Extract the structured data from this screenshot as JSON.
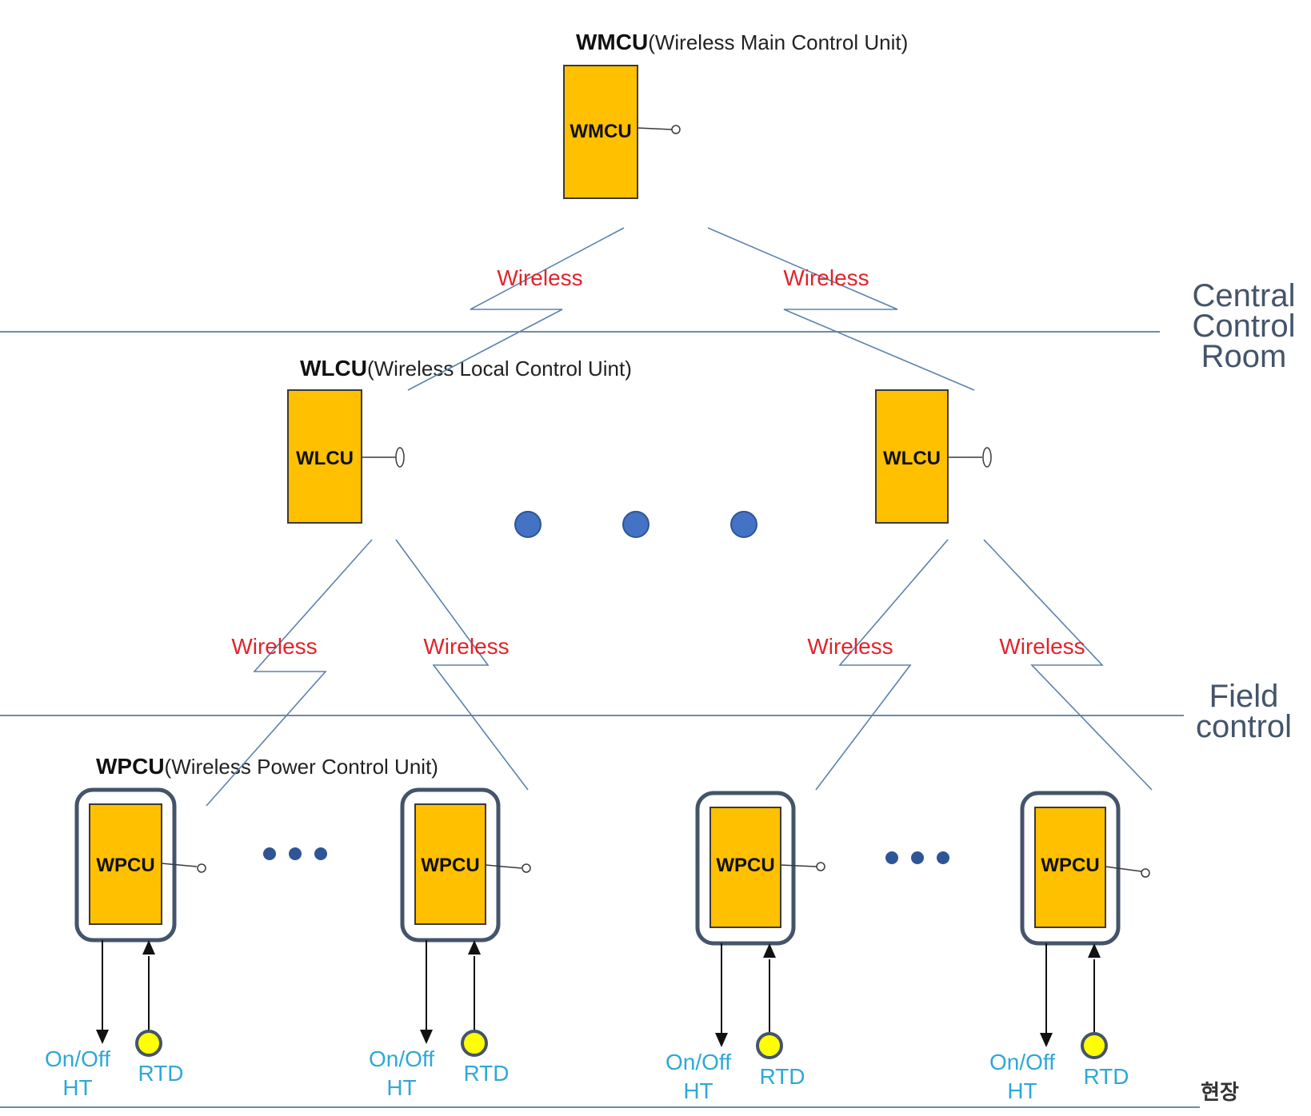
{
  "headings": {
    "wmcu_abbr": "WMCU",
    "wmcu_full": "(Wireless Main Control Unit)",
    "wlcu_abbr": "WLCU",
    "wlcu_full": "(Wireless Local Control Uint)",
    "wpcu_abbr": "WPCU",
    "wpcu_full": "(Wireless Power Control Unit)"
  },
  "zones": {
    "central_line1": "Central",
    "central_line2": "Control",
    "central_line3": "Room",
    "field_line1": "Field",
    "field_line2": "control",
    "local_label": "현장"
  },
  "units": {
    "wmcu": "WMCU",
    "wlcu": [
      "WLCU",
      "WLCU"
    ],
    "wpcu": [
      "WPCU",
      "WPCU",
      "WPCU",
      "WPCU"
    ]
  },
  "links": {
    "top": [
      "Wireless",
      "Wireless"
    ],
    "bottom": [
      "Wireless",
      "Wireless",
      "Wireless",
      "Wireless"
    ]
  },
  "io": {
    "output_line1": "On/Off",
    "output_line2": "HT",
    "input": "RTD"
  },
  "colors": {
    "unit_fill": "#FFC000",
    "wireless_text": "#E2232A",
    "io_text": "#2FA8D6",
    "frame": "#44546A",
    "link_line": "#5B82AE"
  }
}
